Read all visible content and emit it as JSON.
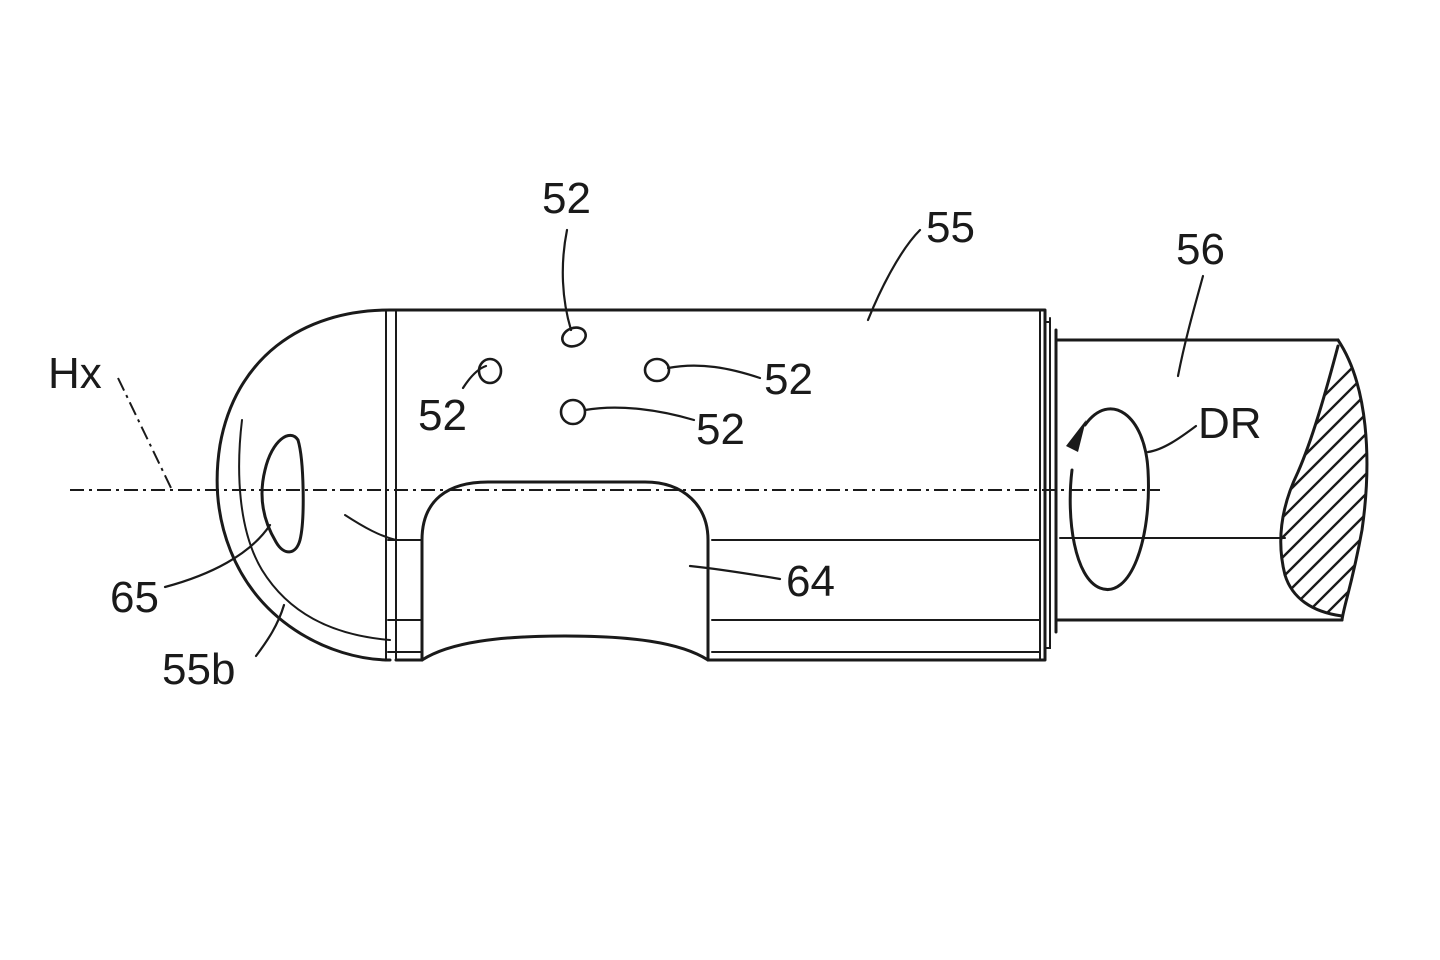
{
  "labels": {
    "axis": "Hx",
    "rotation_direction": "DR",
    "tip_body": "55",
    "shaft": "56",
    "ports": "52",
    "tip_end": "55b",
    "side_window": "64",
    "end_opening": "65"
  },
  "colors": {
    "line": "#1a1a1a",
    "background": "#ffffff"
  }
}
